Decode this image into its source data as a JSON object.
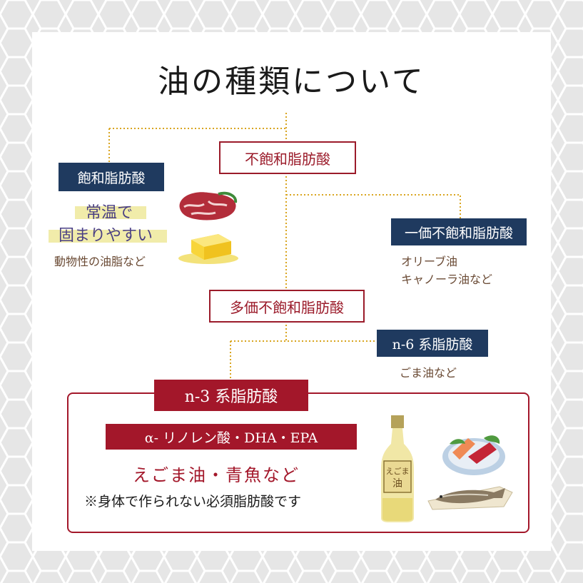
{
  "title": "油の種類について",
  "nodes": {
    "unsaturated": "不飽和脂肪酸",
    "saturated": "飽和脂肪酸",
    "mono": "一価不飽和脂肪酸",
    "poly": "多価不飽和脂肪酸",
    "n6": "n-6 系脂肪酸",
    "n3": "n-3 系脂肪酸"
  },
  "saturated_desc": {
    "line1": "常温で",
    "line2": "固まりやすい",
    "examples": "動物性の油脂など"
  },
  "mono_desc": {
    "line1": "オリーブ油",
    "line2": "キャノーラ油など"
  },
  "n6_desc": "ごま油など",
  "n3_panel": {
    "acids": "α-  リノレン酸・DHA・EPA",
    "examples": "えごま油・青魚など",
    "note": "※身体で作られない必須脂肪酸です",
    "bottle_label": "えごま油"
  },
  "colors": {
    "navy": "#1f3a5f",
    "red": "#a3172a",
    "connector": "#d9a520",
    "highlight": "#f1ecaa"
  }
}
